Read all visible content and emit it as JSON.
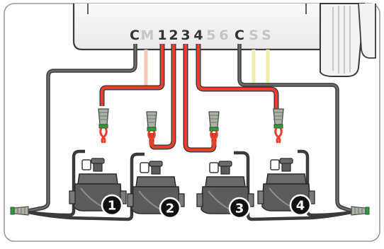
{
  "terminals": [
    {
      "label": "C",
      "active": true
    },
    {
      "label": "M",
      "active": false
    },
    {
      "label": "1",
      "active": true
    },
    {
      "label": "2",
      "active": true
    },
    {
      "label": "3",
      "active": true
    },
    {
      "label": "4",
      "active": true
    },
    {
      "label": "5",
      "active": false
    },
    {
      "label": "6",
      "active": false
    },
    {
      "label": "C",
      "active": true
    },
    {
      "label": "S",
      "active": false
    },
    {
      "label": "S",
      "active": false
    }
  ],
  "valves": [
    {
      "number": "1"
    },
    {
      "number": "2"
    },
    {
      "number": "3"
    },
    {
      "number": "4"
    }
  ],
  "colors": {
    "common_wire": "#4a4a4a",
    "zone_wire": "#e8402a",
    "inactive_wire_red": "#f6c8bc",
    "inactive_wire_yellow": "#f3eab0",
    "controller_body": "#f4f4f4",
    "controller_outline": "#3a3a3a",
    "frame": "#9a9a9a",
    "valve_body": "#5b5b5b",
    "connector_green": "#2e9a3e",
    "connector_gray": "#a9b2a5",
    "label_active": "#333333",
    "label_inactive": "#c4c4c4"
  }
}
